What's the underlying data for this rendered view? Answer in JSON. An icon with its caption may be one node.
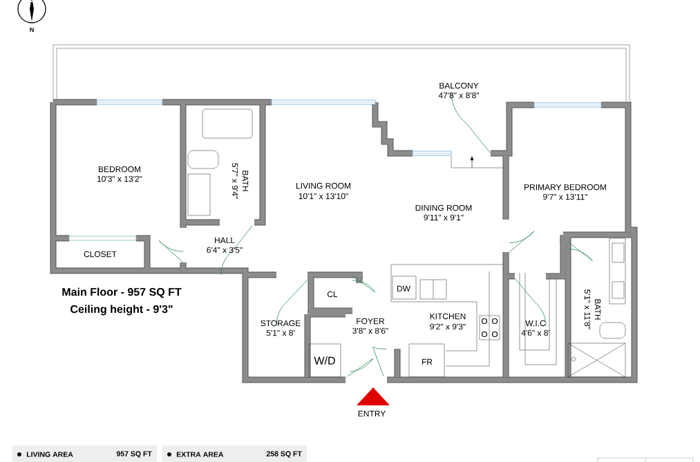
{
  "diagram": {
    "nodes": [
      {
        "text": [
          "LIVING AREA",
          "957 SQ FT"
        ]
      },
      {
        "text": [
          "EXTRA AREA",
          "258 SQ FT"
        ]
      }
    ],
    "labels": [
      "N",
      "BALCONY",
      "47'8\" x 8'8\"",
      "BEDROOM",
      "10'3\" x 13'2\"",
      "BATH",
      "5'7\" x 9'4\"",
      "LIVING ROOM",
      "10'1\" x 13'10\"",
      "PRIMARY BEDROOM",
      "9'7\" x 13'11\"",
      "DINING ROOM",
      "9'11\" x 9'1\"",
      "HALL",
      "6'4\" x 3'5\"",
      "CLOSET",
      "Main Floor - 957 SQ FT",
      "Ceiling height - 9'3\"",
      "DW",
      "CL",
      "BATH",
      "5'1\" x 11'8\"",
      "KITCHEN",
      "9'2\" x 9'3\"",
      "STORAGE",
      "5'1\" x 8'",
      "FOYER",
      "3'8\" x 8'6\"",
      "W.I.C",
      "4'6\" x 8'",
      "W/D",
      "FR",
      "ENTRY"
    ]
  }
}
